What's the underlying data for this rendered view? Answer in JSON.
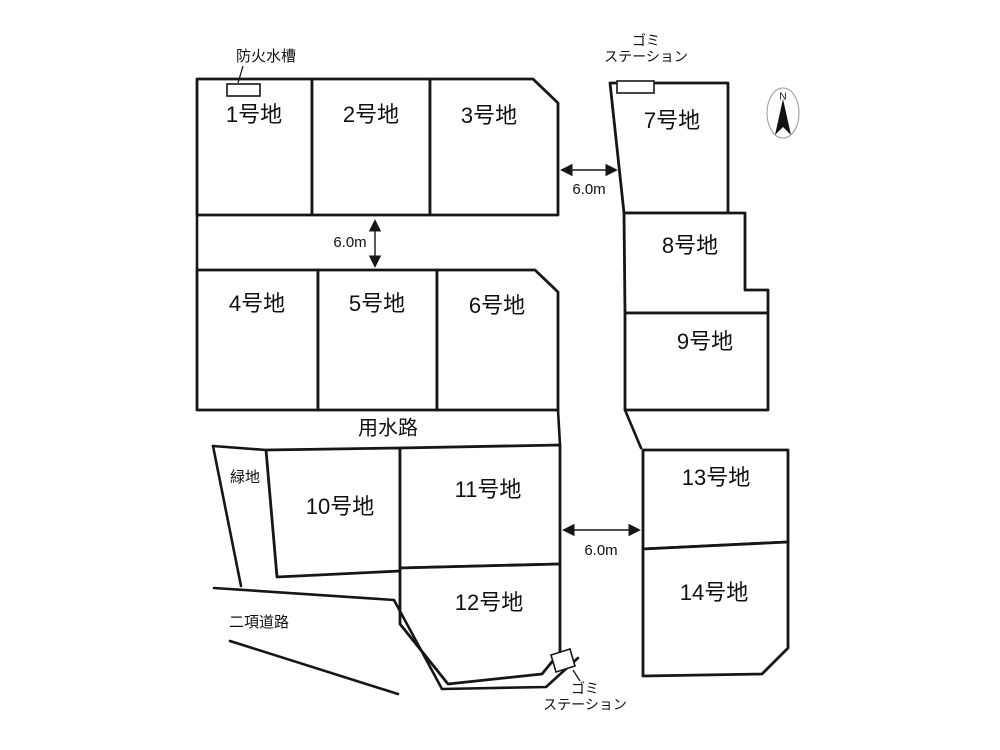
{
  "diagram": {
    "background": "#ffffff",
    "line_color": "#161616",
    "plots": [
      {
        "label": "1号地"
      },
      {
        "label": "2号地"
      },
      {
        "label": "3号地"
      },
      {
        "label": "4号地"
      },
      {
        "label": "5号地"
      },
      {
        "label": "6号地"
      },
      {
        "label": "7号地"
      },
      {
        "label": "8号地"
      },
      {
        "label": "9号地"
      },
      {
        "label": "10号地"
      },
      {
        "label": "11号地"
      },
      {
        "label": "12号地"
      },
      {
        "label": "13号地"
      },
      {
        "label": "14号地"
      }
    ],
    "annotations": {
      "fire_water_tank": "防火水槽",
      "garbage_station_top_line1": "ゴミ",
      "garbage_station_top_line2": "ステーション",
      "garbage_station_bottom_line1": "ゴミ",
      "garbage_station_bottom_line2": "ステーション",
      "waterway": "用水路",
      "green_space": "緑地",
      "setback_road": "二項道路",
      "north_mark": "N",
      "road_width_left": "6.0m",
      "road_width_top": "6.0m",
      "road_width_bottom": "6.0m"
    }
  }
}
